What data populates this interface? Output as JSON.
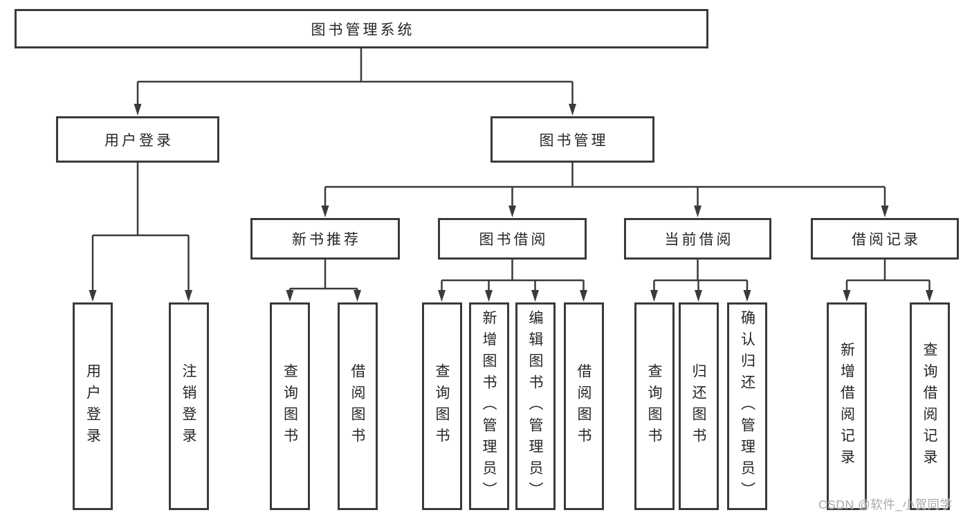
{
  "watermark": "CSDN @软件_小贺同学",
  "colors": {
    "line": "#3a3a3a",
    "box_border": "#3a3a3a",
    "text": "#262626",
    "background": "#ffffff",
    "watermark": "#a9a9a9"
  },
  "tree": {
    "label": "图书管理系统",
    "children": [
      {
        "label": "用户登录",
        "children": [
          {
            "label": "用户登录"
          },
          {
            "label": "注销登录"
          }
        ]
      },
      {
        "label": "图书管理",
        "children": [
          {
            "label": "新书推荐",
            "children": [
              {
                "label": "查询图书"
              },
              {
                "label": "借阅图书"
              }
            ]
          },
          {
            "label": "图书借阅",
            "children": [
              {
                "label": "查询图书"
              },
              {
                "label": "新增图书（管理员）"
              },
              {
                "label": "编辑图书（管理员）"
              },
              {
                "label": "借阅图书"
              }
            ]
          },
          {
            "label": "当前借阅",
            "children": [
              {
                "label": "查询图书"
              },
              {
                "label": "归还图书"
              },
              {
                "label": "确认归还（管理员）"
              }
            ]
          },
          {
            "label": "借阅记录",
            "children": [
              {
                "label": "新增借阅记录"
              },
              {
                "label": "查询借阅记录"
              }
            ]
          }
        ]
      }
    ]
  }
}
